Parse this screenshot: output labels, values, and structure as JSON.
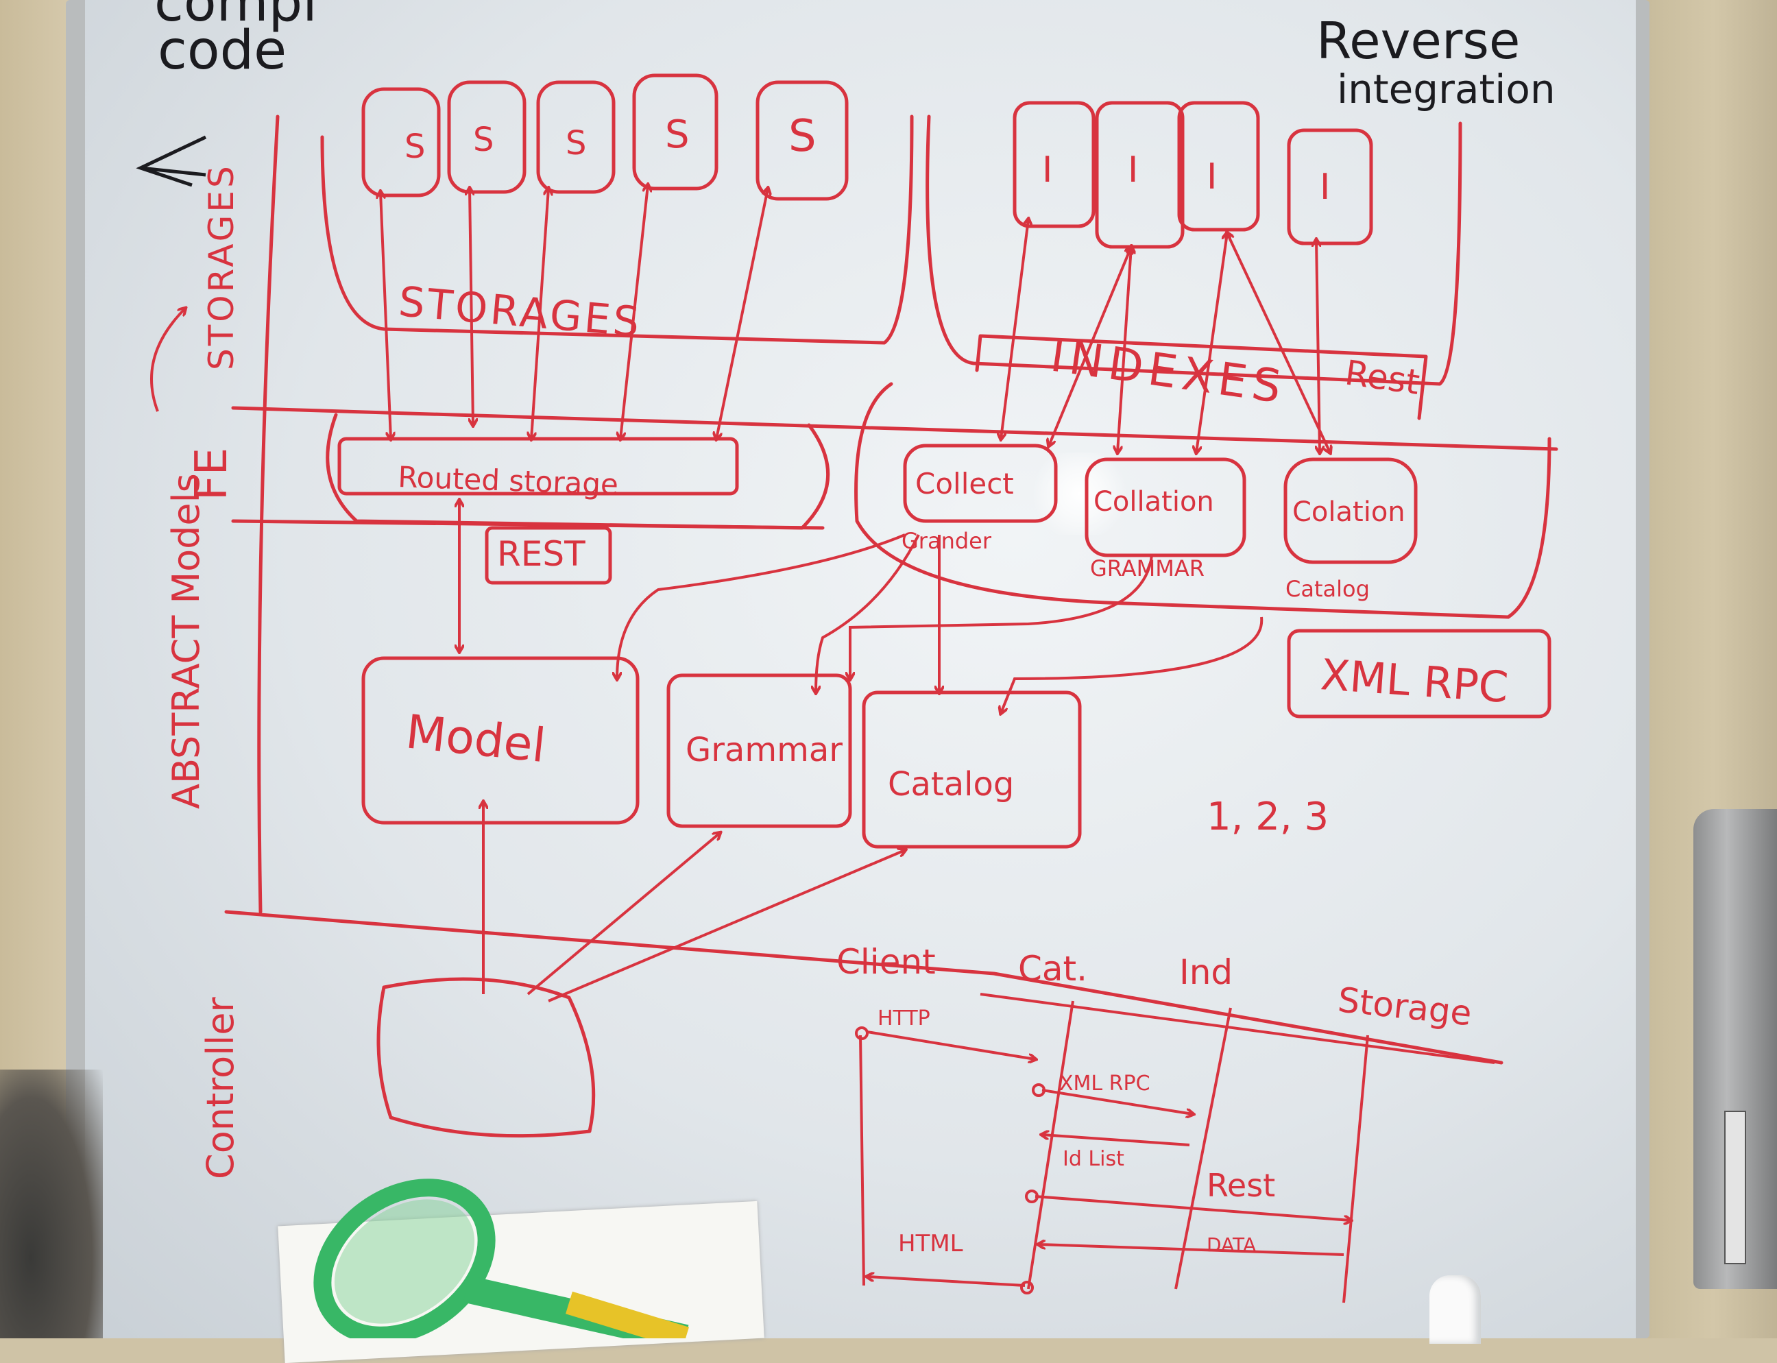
{
  "colors": {
    "red_marker": "#d8333f",
    "black_marker": "#1b1b1f",
    "board": "#e8ecef",
    "wall": "#cfc3a6"
  },
  "top_left_text": "code",
  "top_left_partial": "compi",
  "top_right": {
    "line1": "Reverse",
    "line2": "integration"
  },
  "storage_boxes": [
    "S",
    "S",
    "S",
    "S",
    "S"
  ],
  "index_boxes": [
    "I",
    "I",
    "I",
    "I"
  ],
  "labels": {
    "storages": "STORAGES",
    "indexes": "INDEXES",
    "rest_top": "Rest",
    "routed_storage": "Routed storage",
    "rest_left": "REST",
    "collect": "Collect",
    "collect_sub": "Grander",
    "collation_mid": "Collation",
    "collation_mid_sub": "GRAMMAR",
    "collation_right": "Colation",
    "collation_right_sub": "Catalog",
    "xml_rpc": "XML RPC",
    "model": "Model",
    "grammar": "Grammar",
    "catalog": "Catalog",
    "numbers": "1, 2, 3",
    "side_storages": "STORAGES",
    "side_fe": "FE",
    "side_models": "ABSTRACT Models",
    "side_controller": "Controller"
  },
  "sequence": {
    "lanes": [
      "Client",
      "Cat.",
      "Ind",
      "Storage"
    ],
    "messages": [
      "HTTP",
      "XML RPC",
      "Id List",
      "Rest",
      "DATA",
      "HTML"
    ]
  }
}
